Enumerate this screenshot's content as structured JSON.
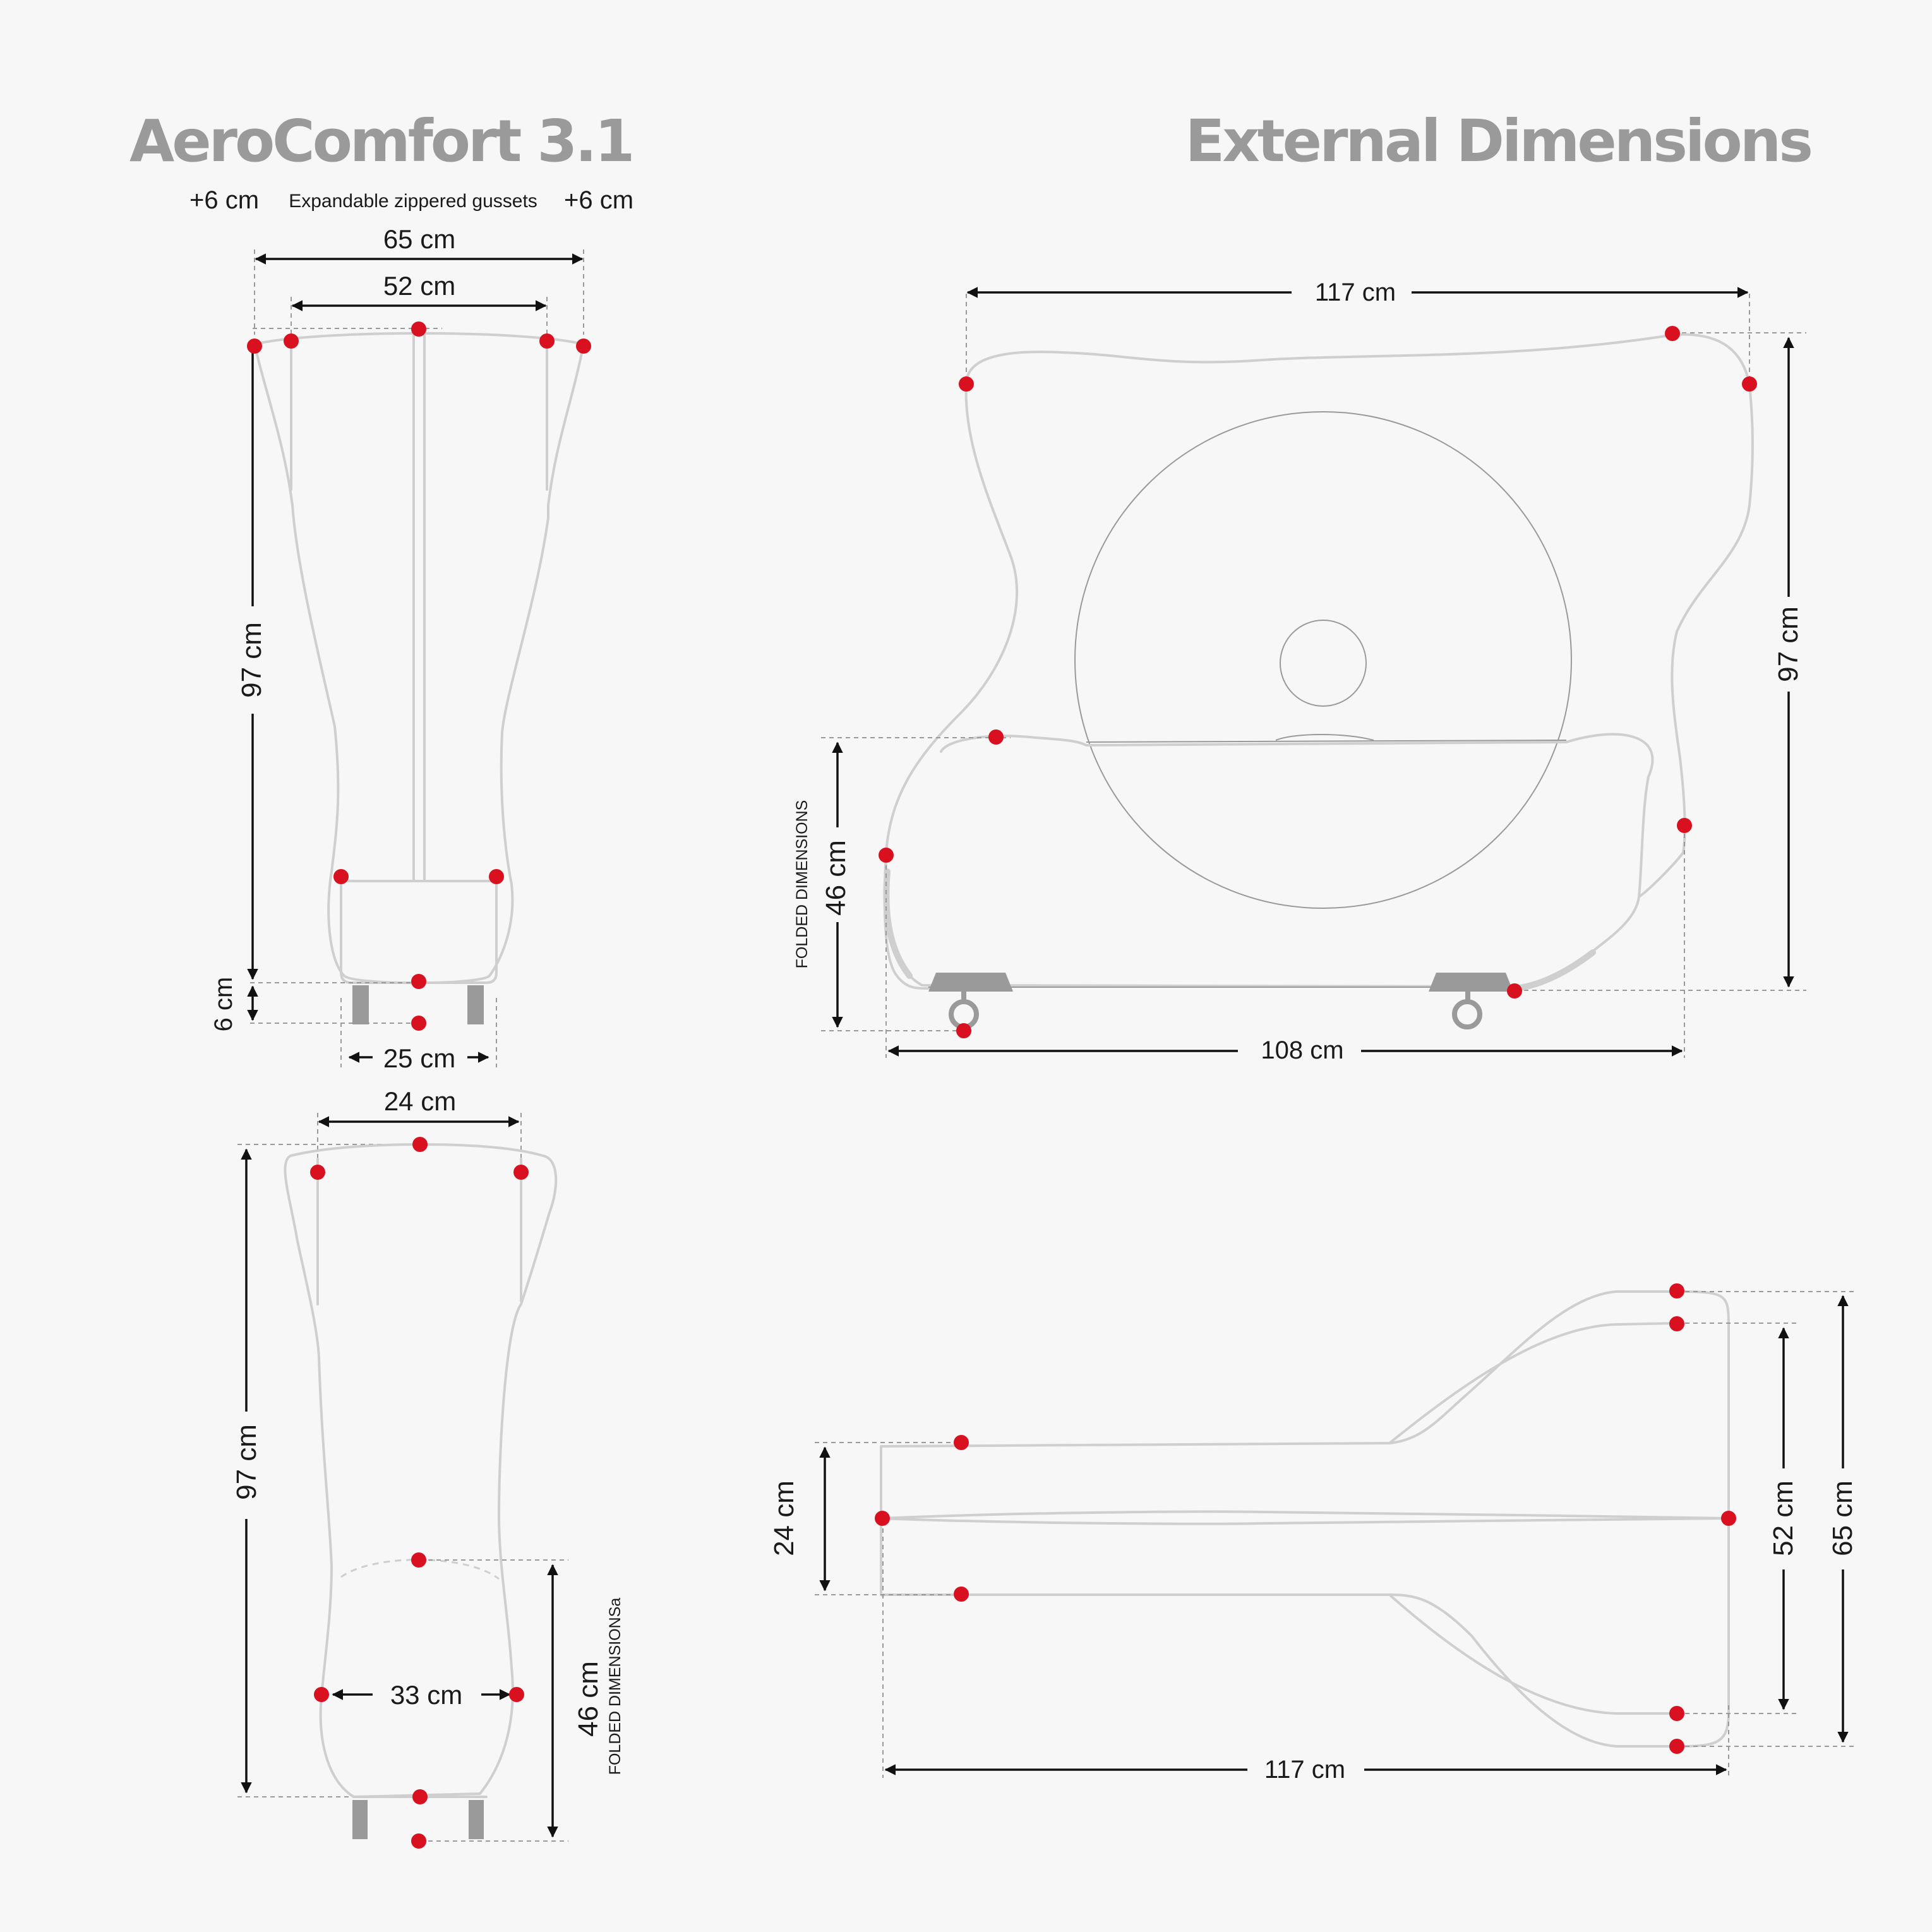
{
  "header": {
    "product_title": "AeroComfort 3.1",
    "section_title": "External Dimensions"
  },
  "front_view": {
    "gusset_left": "+6 cm",
    "gusset_note": "Expandable zippered gussets",
    "gusset_right": "+6 cm",
    "width_expanded": "65 cm",
    "width_top": "52 cm",
    "height": "97 cm",
    "wheel_height": "6 cm",
    "base_width": "25 cm"
  },
  "side_view": {
    "length_top": "117 cm",
    "height": "97 cm",
    "folded_height": "46 cm",
    "folded_label": "FOLDED DIMENSIONS",
    "length_bottom": "108 cm"
  },
  "narrow_view": {
    "width_top": "24 cm",
    "height": "97 cm",
    "width_mid": "33 cm",
    "folded_height": "46 cm",
    "folded_label": "FOLDED DIMENSIONSa"
  },
  "top_view": {
    "depth_narrow": "24 cm",
    "width_top": "52 cm",
    "width_expanded": "65 cm",
    "length": "117 cm"
  },
  "colors": {
    "background": "#f7f7f7",
    "title": "#9a9a9a",
    "outline": "#cfcfcf",
    "marker": "#d8101f",
    "wheel": "#9a9a9a"
  }
}
